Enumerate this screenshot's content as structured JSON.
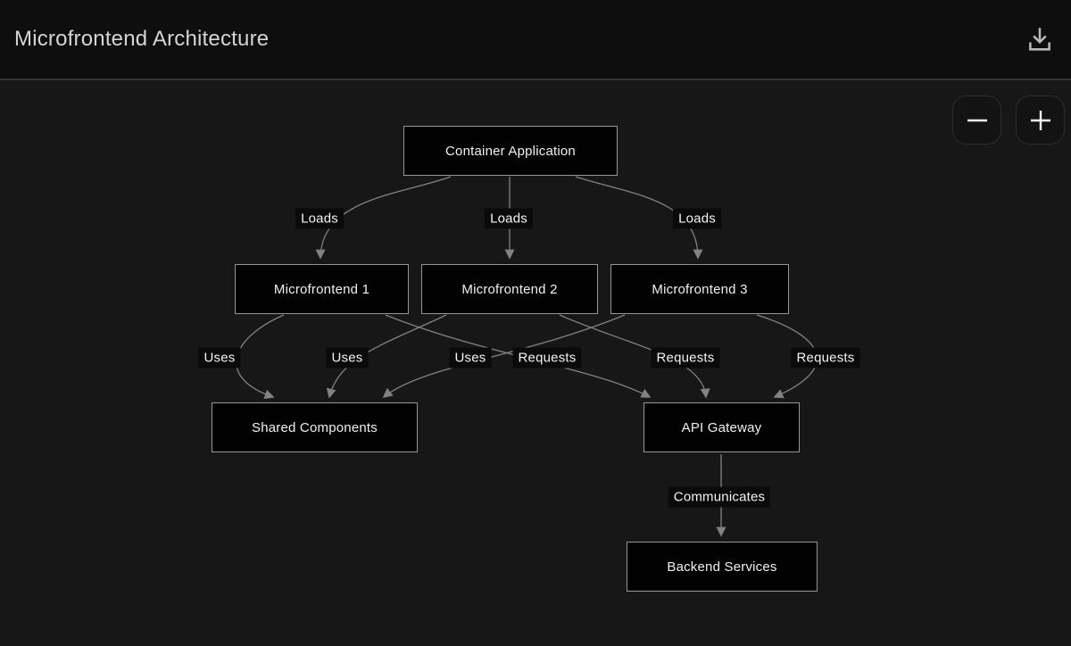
{
  "header": {
    "title": "Microfrontend Architecture",
    "download_icon": "download-icon"
  },
  "zoom_controls": {
    "zoom_out_icon": "minus-icon",
    "zoom_in_icon": "plus-icon"
  },
  "diagram": {
    "type": "flowchart",
    "direction": "top-down",
    "nodes": [
      {
        "id": "container-application",
        "label": "Container Application"
      },
      {
        "id": "microfrontend-1",
        "label": "Microfrontend 1"
      },
      {
        "id": "microfrontend-2",
        "label": "Microfrontend 2"
      },
      {
        "id": "microfrontend-3",
        "label": "Microfrontend 3"
      },
      {
        "id": "shared-components",
        "label": "Shared Components"
      },
      {
        "id": "api-gateway",
        "label": "API Gateway"
      },
      {
        "id": "backend-services",
        "label": "Backend Services"
      }
    ],
    "edges": [
      {
        "from": "container-application",
        "to": "microfrontend-1",
        "label": "Loads"
      },
      {
        "from": "container-application",
        "to": "microfrontend-2",
        "label": "Loads"
      },
      {
        "from": "container-application",
        "to": "microfrontend-3",
        "label": "Loads"
      },
      {
        "from": "microfrontend-1",
        "to": "shared-components",
        "label": "Uses"
      },
      {
        "from": "microfrontend-2",
        "to": "shared-components",
        "label": "Uses"
      },
      {
        "from": "microfrontend-3",
        "to": "shared-components",
        "label": "Uses"
      },
      {
        "from": "microfrontend-1",
        "to": "api-gateway",
        "label": "Requests"
      },
      {
        "from": "microfrontend-2",
        "to": "api-gateway",
        "label": "Requests"
      },
      {
        "from": "microfrontend-3",
        "to": "api-gateway",
        "label": "Requests"
      },
      {
        "from": "api-gateway",
        "to": "backend-services",
        "label": "Communicates"
      }
    ],
    "colors": {
      "header_bg": "#0e0e0e",
      "canvas_bg": "#171717",
      "node_bg": "#020202",
      "node_border": "#969696",
      "node_text": "#f0f0f0",
      "edge": "#828282",
      "edge_label_bg": "#0a0a0a",
      "edge_label_text": "#f4f4f5",
      "divider": "#363636",
      "title_text": "#d4d4d4"
    }
  }
}
